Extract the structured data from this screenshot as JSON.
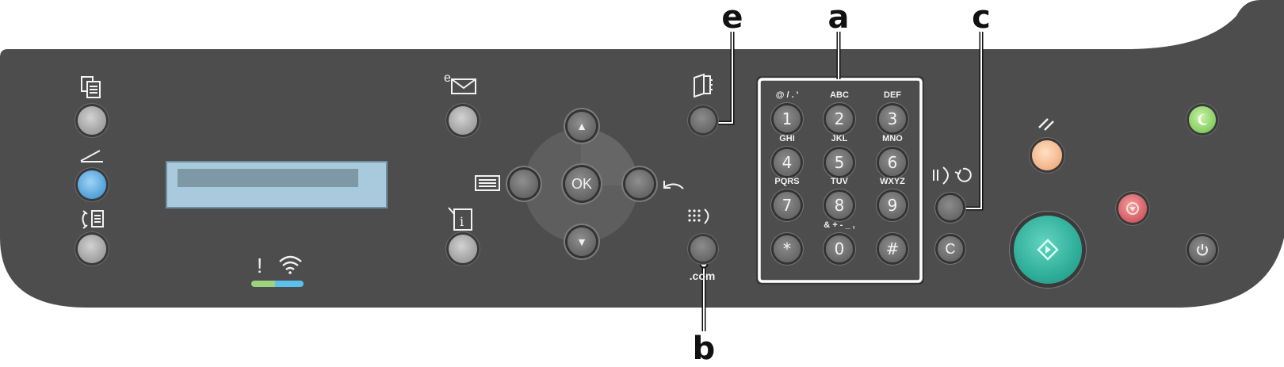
{
  "callouts": {
    "a": "a",
    "b": "b",
    "c": "c",
    "e": "e"
  },
  "keypad": {
    "keys": [
      {
        "digit": "1",
        "letters": "@ / . '"
      },
      {
        "digit": "2",
        "letters": "ABC"
      },
      {
        "digit": "3",
        "letters": "DEF"
      },
      {
        "digit": "4",
        "letters": "GHI"
      },
      {
        "digit": "5",
        "letters": "JKL"
      },
      {
        "digit": "6",
        "letters": "MNO"
      },
      {
        "digit": "7",
        "letters": "PQRS"
      },
      {
        "digit": "8",
        "letters": "TUV"
      },
      {
        "digit": "9",
        "letters": "WXYZ"
      },
      {
        "digit": "*",
        "letters": ""
      },
      {
        "digit": "0",
        "letters": "& + - _ ,"
      },
      {
        "digit": "#",
        "letters": ""
      }
    ]
  },
  "nav": {
    "ok_label": "OK",
    "up_arrow": "▲",
    "down_arrow": "▼"
  },
  "labels": {
    "dotcom": ".com",
    "clear_key": "C"
  },
  "colors": {
    "panel": "#4d4d4d",
    "display": "#a9c9dc",
    "status_green": "#9ed27c",
    "status_blue": "#5bc0ee"
  }
}
